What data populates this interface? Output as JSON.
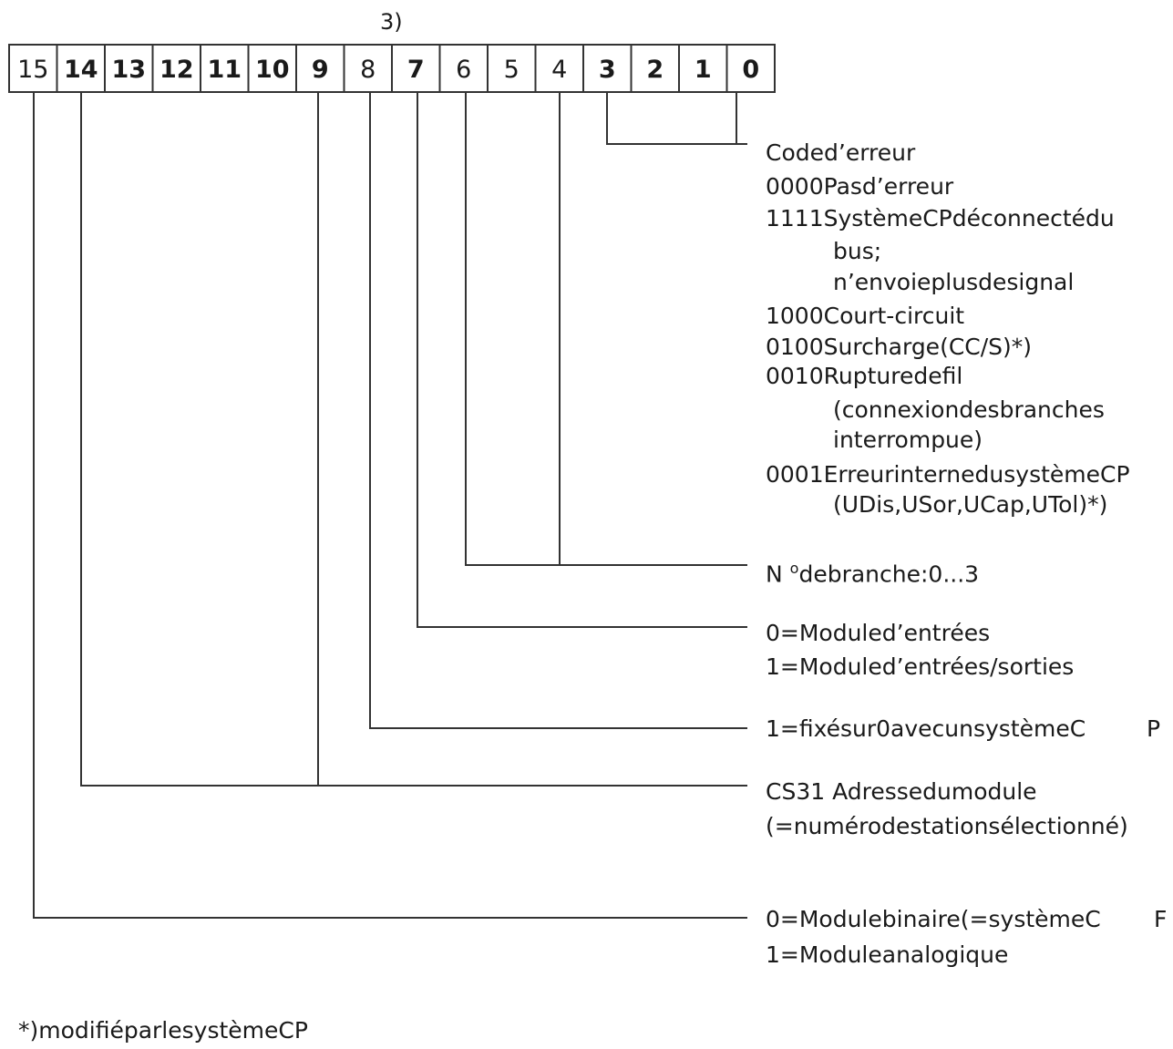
{
  "header_note": "3)",
  "bits": [
    {
      "label": "15",
      "bold": false
    },
    {
      "label": "14",
      "bold": true
    },
    {
      "label": "13",
      "bold": true
    },
    {
      "label": "12",
      "bold": true
    },
    {
      "label": "11",
      "bold": true
    },
    {
      "label": "10",
      "bold": true
    },
    {
      "label": "9",
      "bold": true
    },
    {
      "label": "8",
      "bold": false
    },
    {
      "label": "7",
      "bold": true
    },
    {
      "label": "6",
      "bold": false
    },
    {
      "label": "5",
      "bold": false
    },
    {
      "label": "4",
      "bold": false
    },
    {
      "label": "3",
      "bold": true
    },
    {
      "label": "2",
      "bold": true
    },
    {
      "label": "1",
      "bold": true
    },
    {
      "label": "0",
      "bold": true
    }
  ],
  "error_code": {
    "title": "Coded’erreur",
    "line1": "0000Pasd’erreur",
    "line2": "1111SystèmeCPdéconnectédu",
    "line3": "bus;",
    "line4": "n’envoieplusdesignal",
    "line5": "1000Court-circuit",
    "line6": "0100Surcharge(CC/S)*)",
    "line7": "0010Rupturedefil",
    "line8": "(connexiondesbranches",
    "line9": "interrompue)",
    "line10": "0001ErreurinternedusystèmeCP",
    "line11": "(UDis,USor,UCap,UTol)*)"
  },
  "branch": {
    "prefix": "N",
    "sup": "o",
    "text": "debranche:0...3"
  },
  "module_io": {
    "line1": "0=Moduled’entrées",
    "line2": "1=Moduled’entrées/sorties"
  },
  "fixed": {
    "text": "1=fixésur0avecunsystèmeC",
    "tail": "P"
  },
  "address": {
    "line1": "CS31 Adressedumodule",
    "line2": "(=numérodestationsélectionné)"
  },
  "module_type": {
    "line1": "0=Modulebinaire(=systèmeC",
    "tail": "F",
    "line2": "1=Moduleanalogique"
  },
  "footnote": "*)modifiéparlesystèmeCP"
}
